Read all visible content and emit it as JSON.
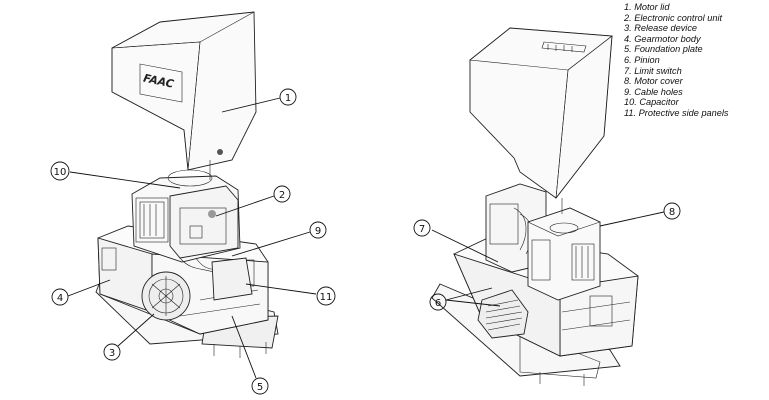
{
  "legend": [
    "1. Motor lid",
    "2. Electronic control unit",
    "3. Release device",
    "4. Gearmotor body",
    "5. Foundation plate",
    "6. Pinion",
    "7. Limit switch",
    "8. Motor cover",
    "9. Cable holes",
    "10. Capacitor",
    "11. Protective side panels"
  ],
  "logo_text": "FAAC",
  "callouts": {
    "c1": "1",
    "c2": "2",
    "c3": "3",
    "c4": "4",
    "c5": "5",
    "c6": "6",
    "c7": "7",
    "c8": "8",
    "c9": "9",
    "c10": "10",
    "c11": "11"
  }
}
